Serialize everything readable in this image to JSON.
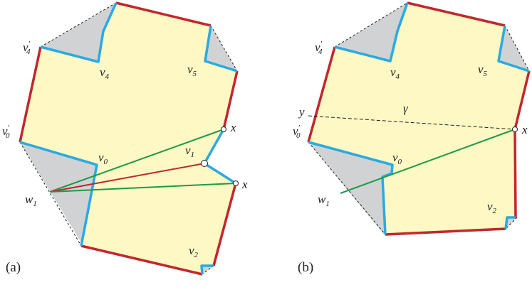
{
  "colors": {
    "polygon_fill": "#fdf8c4",
    "pocket_fill": "#d1d2d4",
    "red_edge": "#c1272d",
    "blue_edge": "#29aae1",
    "green_segment": "#1d9a48",
    "dashed": "#231f20"
  },
  "panel_a": {
    "caption": "(a)",
    "labels": {
      "v4p_base": "v",
      "v4p_sub": "4",
      "v4p_prime": "′",
      "v4_base": "v",
      "v4_sub": "4",
      "v5_base": "v",
      "v5_sub": "5",
      "v0p_base": "v",
      "v0p_sub": "0",
      "v0p_prime": "′",
      "v0_base": "v",
      "v0_sub": "0",
      "v1_base": "v",
      "v1_sub": "1",
      "w1_base": "w",
      "w1_sub": "1",
      "x_top": "x",
      "x_bottom": "x",
      "v2_base": "v",
      "v2_sub": "2"
    }
  },
  "panel_b": {
    "caption": "(b)",
    "labels": {
      "v4p_base": "v",
      "v4p_sub": "4",
      "v4p_prime": "′",
      "v4_base": "v",
      "v4_sub": "4",
      "v5_base": "v",
      "v5_sub": "5",
      "y": "y",
      "gamma": "γ",
      "v0p_base": "v",
      "v0p_sub": "0",
      "v0p_prime": "′",
      "x": "x",
      "v0_base": "v",
      "v0_sub": "0",
      "w1_base": "w",
      "w1_sub": "1",
      "v2_base": "v",
      "v2_sub": "2"
    }
  }
}
